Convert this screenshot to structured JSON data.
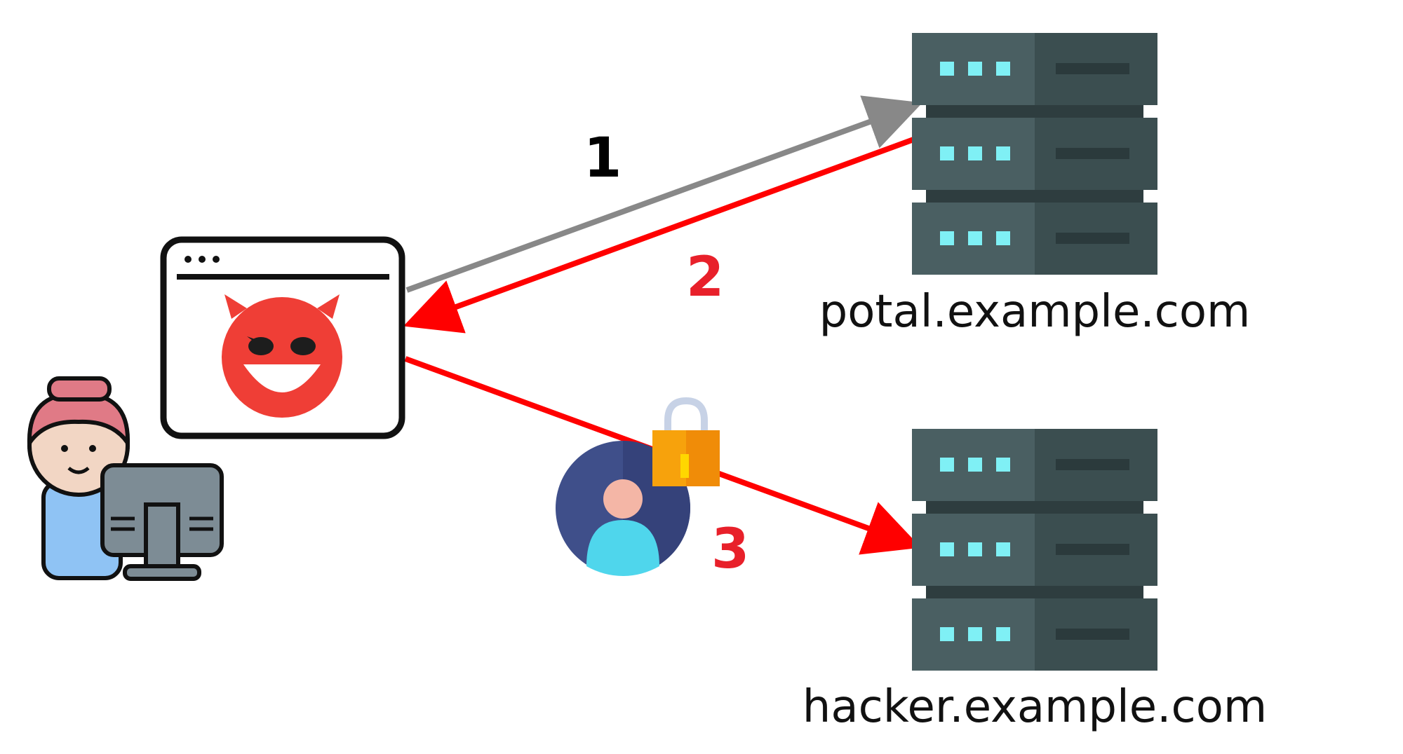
{
  "diagram": {
    "steps": [
      {
        "label": "1",
        "color": "#000000"
      },
      {
        "label": "2",
        "color": "#e8202a"
      },
      {
        "label": "3",
        "color": "#e8202a"
      }
    ],
    "servers": [
      {
        "hostname": "potal.example.com"
      },
      {
        "hostname": "hacker.example.com"
      }
    ],
    "colors": {
      "request_arrow": "#888888",
      "malicious_arrow": "#ff0000",
      "server_dark": "#3b4e50",
      "server_light": "#4a5f62",
      "server_led": "#7ff0f5",
      "devil": "#ef3e36"
    },
    "icons": {
      "user": "user-at-computer-icon",
      "browser": "malicious-browser-window-icon",
      "credentials": "user-credentials-icon",
      "lock": "padlock-icon",
      "server": "server-rack-icon"
    }
  }
}
